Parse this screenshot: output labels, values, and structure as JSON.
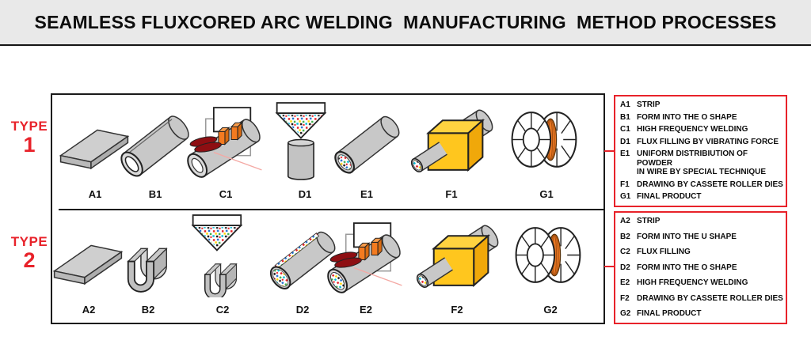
{
  "title": "SEAMLESS FLUXCORED ARC WELDING  MANUFACTURING  METHOD PROCESSES",
  "colors": {
    "accent_red": "#E8222A",
    "tube_gray": "#C8C8C8",
    "die_yellow": "#FFC61E",
    "wire_orange": "#E87722",
    "titlebar_gray": "#E9E9E9"
  },
  "type1": {
    "label": "TYPE",
    "number": "1",
    "stages": [
      {
        "code": "A1",
        "icon": "strip"
      },
      {
        "code": "B1",
        "icon": "o-shape-tube"
      },
      {
        "code": "C1",
        "icon": "welding-station"
      },
      {
        "code": "D1",
        "icon": "flux-funnel-cylinder"
      },
      {
        "code": "E1",
        "icon": "powder-filled-wire"
      },
      {
        "code": "F1",
        "icon": "drawing-die"
      },
      {
        "code": "G1",
        "icon": "wire-spool"
      }
    ],
    "legend": [
      {
        "code": "A1",
        "text": "STRIP"
      },
      {
        "code": "B1",
        "text": "FORM INTO THE O SHAPE"
      },
      {
        "code": "C1",
        "text": "HIGH FREQUENCY WELDING"
      },
      {
        "code": "D1",
        "text": "FLUX FILLING BY VIBRATING FORCE"
      },
      {
        "code": "E1",
        "text": "UNIFORM DISTRIBIUTION OF POWDER",
        "text2": "IN WIRE BY SPECIAL TECHNIQUE"
      },
      {
        "code": "F1",
        "text": "DRAWING BY CASSETE ROLLER DIES"
      },
      {
        "code": "G1",
        "text": "FINAL PRODUCT"
      }
    ]
  },
  "type2": {
    "label": "TYPE",
    "number": "2",
    "stages": [
      {
        "code": "A2",
        "icon": "strip"
      },
      {
        "code": "B2",
        "icon": "u-channel"
      },
      {
        "code": "C2",
        "icon": "flux-filling-u-channel"
      },
      {
        "code": "D2",
        "icon": "seam-tube-with-powder"
      },
      {
        "code": "E2",
        "icon": "welding-station"
      },
      {
        "code": "F2",
        "icon": "drawing-die"
      },
      {
        "code": "G2",
        "icon": "wire-spool"
      }
    ],
    "legend": [
      {
        "code": "A2",
        "text": "STRIP"
      },
      {
        "code": "B2",
        "text": "FORM INTO THE U SHAPE"
      },
      {
        "code": "C2",
        "text": "FLUX FILLING"
      },
      {
        "code": "D2",
        "text": "FORM INTO THE O SHAPE"
      },
      {
        "code": "E2",
        "text": "HIGH FREQUENCY WELDING"
      },
      {
        "code": "F2",
        "text": "DRAWING BY CASSETE ROLLER DIES"
      },
      {
        "code": "G2",
        "text": "FINAL PRODUCT"
      }
    ]
  }
}
